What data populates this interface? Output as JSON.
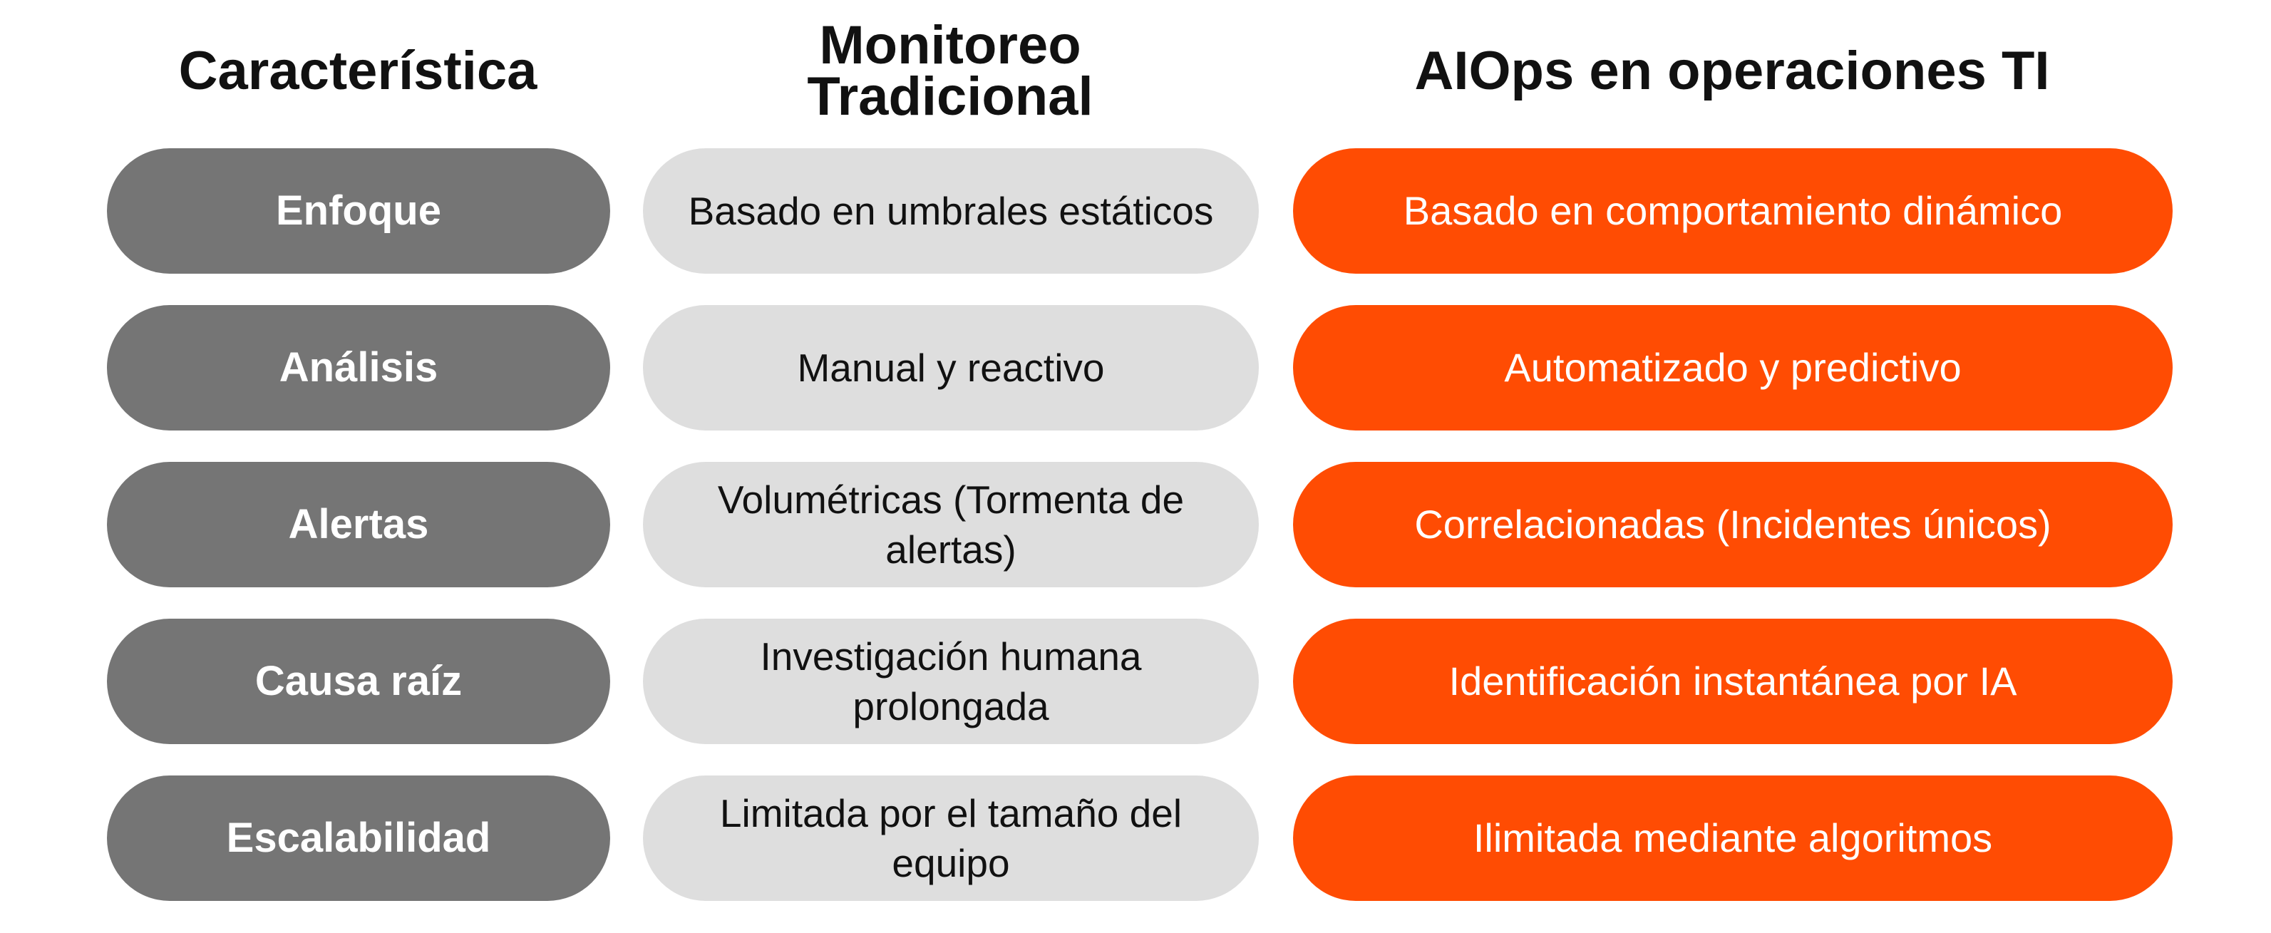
{
  "headers": {
    "feature": "Característica",
    "traditional": "Monitoreo Tradicional",
    "aiops": "AIOps en operaciones TI"
  },
  "rows": [
    {
      "feature": "Enfoque",
      "traditional": "Basado en umbrales estáticos",
      "aiops": "Basado en comportamiento dinámico"
    },
    {
      "feature": "Análisis",
      "traditional": "Manual y reactivo",
      "aiops": "Automatizado y predictivo"
    },
    {
      "feature": "Alertas",
      "traditional": "Volumétricas (Tormenta de alertas)",
      "aiops": "Correlacionadas (Incidentes únicos)"
    },
    {
      "feature": "Causa raíz",
      "traditional": "Investigación humana prolongada",
      "aiops": "Identificación instantánea por IA"
    },
    {
      "feature": "Escalabilidad",
      "traditional": "Limitada por el tamaño del equipo",
      "aiops": "Ilimitada mediante algoritmos"
    }
  ],
  "colors": {
    "feature_pill": "#757575",
    "traditional_pill": "#dedede",
    "aiops_pill": "#ff4c03",
    "header_text": "#111111"
  }
}
